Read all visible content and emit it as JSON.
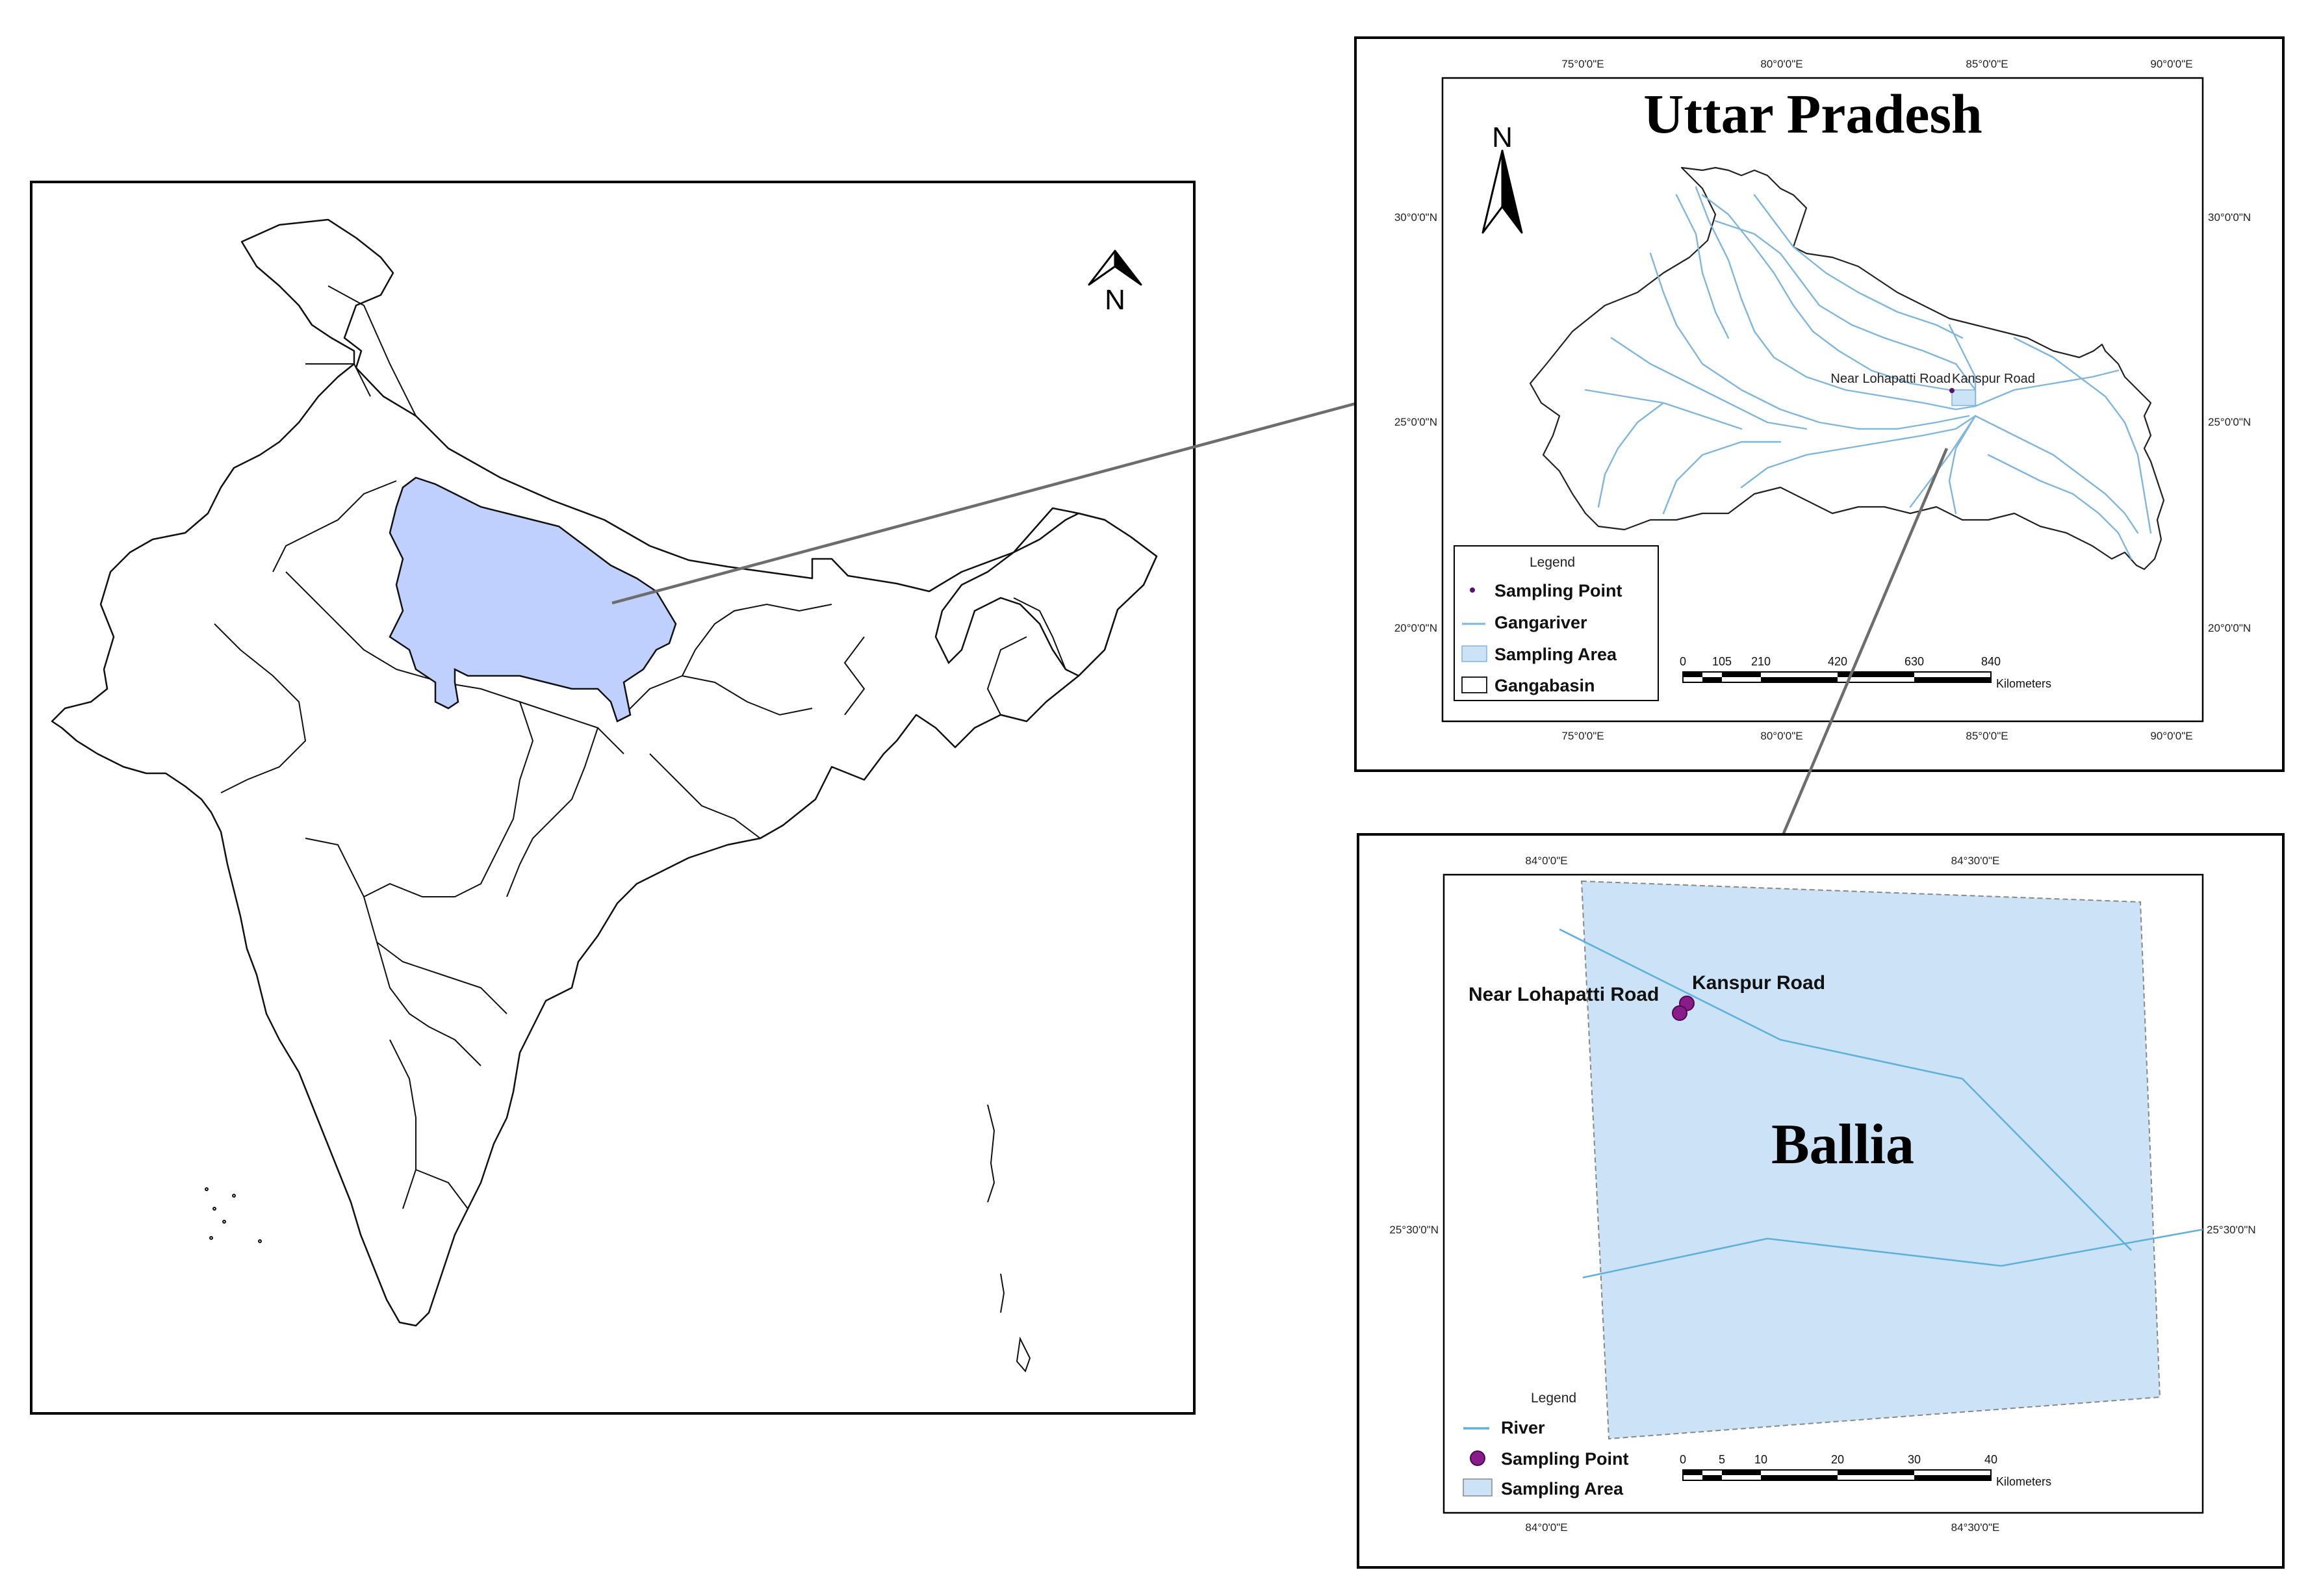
{
  "india_map": {
    "north_label": "N",
    "highlight_color": "#bfd0ff"
  },
  "up_map": {
    "title": "Uttar Pradesh",
    "north_label": "N",
    "lon_labels_top": [
      "75°0'0\"E",
      "80°0'0\"E",
      "85°0'0\"E",
      "90°0'0\"E"
    ],
    "lon_labels_bottom": [
      "75°0'0\"E",
      "80°0'0\"E",
      "85°0'0\"E",
      "90°0'0\"E"
    ],
    "lat_labels_left": [
      "30°0'0\"N",
      "25°0'0\"N",
      "20°0'0\"N"
    ],
    "lat_labels_right": [
      "30°0'0\"N",
      "25°0'0\"N",
      "20°0'0\"N"
    ],
    "site_labels": [
      "Near Lohapatti Road",
      "Kanspur Road"
    ],
    "legend": {
      "title": "Legend",
      "items": [
        "Sampling Point",
        "Gangariver",
        "Sampling Area",
        "Gangabasin"
      ]
    },
    "scale": {
      "ticks": [
        "0",
        "105",
        "210",
        "420",
        "630",
        "840"
      ],
      "unit": "Kilometers"
    },
    "river_color": "#7fb6de"
  },
  "ballia_map": {
    "title": "Ballia",
    "lon_labels_top": [
      "84°0'0\"E",
      "84°30'0\"E"
    ],
    "lon_labels_bottom": [
      "84°0'0\"E",
      "84°30'0\"E"
    ],
    "lat_label_left": "25°30'0\"N",
    "lat_label_right": "25°30'0\"N",
    "site_labels": [
      "Near Lohapatti Road",
      "Kanspur Road"
    ],
    "legend": {
      "title": "Legend",
      "items": [
        "River",
        "Sampling Point",
        "Sampling Area"
      ]
    },
    "scale": {
      "ticks": [
        "0",
        "5",
        "10",
        "20",
        "30",
        "40"
      ],
      "unit": "Kilometers"
    },
    "area_color": "#cce3f7",
    "river_color": "#5fb0dc",
    "point_color": "#8b1a8b"
  }
}
